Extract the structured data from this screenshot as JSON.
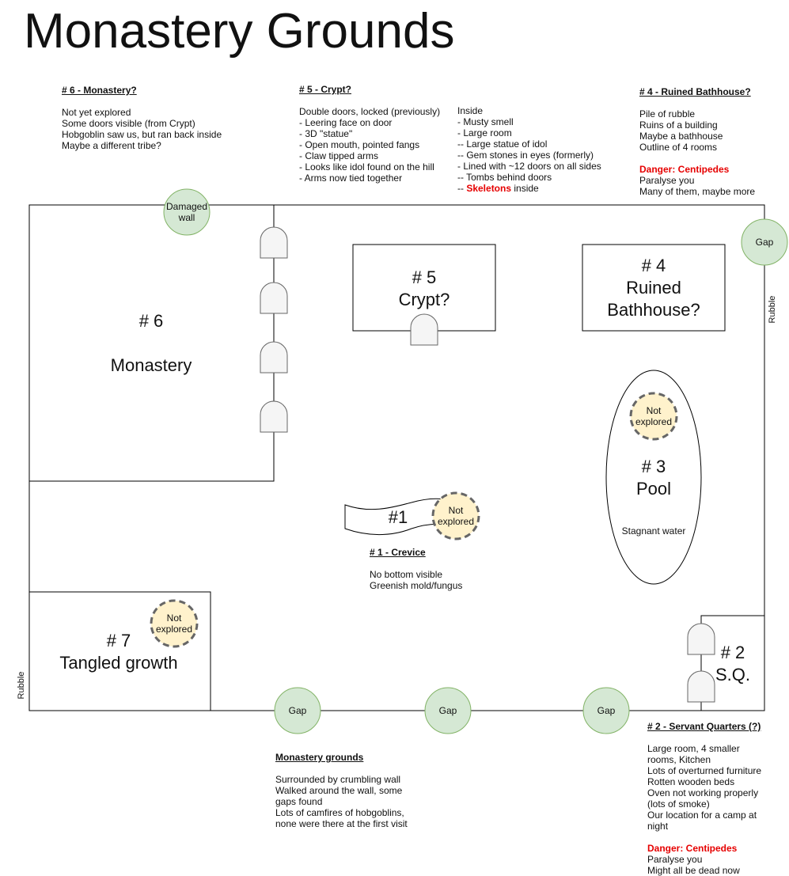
{
  "title": "Monastery Grounds",
  "notes": {
    "monastery": {
      "head": "# 6 - Monastery?",
      "lines": [
        "Not yet explored",
        "Some doors visible (from Crypt)",
        "Hobgoblin saw us, but ran back inside",
        "Maybe a different tribe?"
      ]
    },
    "crypt": {
      "head": "# 5 - Crypt?",
      "lines": [
        "Double doors, locked (previously)",
        "- Leering face on door",
        "- 3D \"statue\"",
        "- Open mouth, pointed fangs",
        "- Claw tipped arms",
        "- Looks like idol found on the hill",
        "- Arms now tied together"
      ]
    },
    "inside": {
      "lines": [
        "Inside",
        "- Musty smell",
        "- Large room",
        "-- Large statue of idol",
        "-- Gem stones in eyes (formerly)",
        "- Lined with ~12 doors on all sides",
        "-- Tombs behind doors"
      ],
      "last_prefix": "-- ",
      "last_red": "Skeletons",
      "last_suffix": " inside"
    },
    "bathhouse": {
      "head": "# 4 - Ruined Bathhouse?",
      "lines": [
        "Pile of rubble",
        "Ruins of a building",
        "Maybe a bathhouse",
        "Outline of 4 rooms"
      ],
      "danger": "Danger: Centipedes",
      "danger_lines": [
        "Paralyse you",
        "Many of them, maybe more"
      ]
    },
    "crevice": {
      "head": "# 1 - Crevice",
      "lines": [
        "No bottom visible",
        "Greenish mold/fungus"
      ]
    },
    "grounds": {
      "head": "Monastery grounds",
      "lines": [
        "Surrounded by crumbling wall",
        "Walked around the wall, some",
        "gaps found",
        "Lots of camfires of hobgoblins,",
        "none were there at the first visit"
      ]
    },
    "servant": {
      "head": "# 2 - Servant Quarters (?)",
      "lines": [
        "Large room, 4 smaller",
        "rooms, Kitchen",
        "Lots of overturned furniture",
        "Rotten wooden beds",
        "Oven not working properly",
        "(lots of smoke)",
        "Our location for a camp at",
        "night"
      ],
      "danger": "Danger: Centipedes",
      "danger_lines": [
        "Paralyse you",
        "Might all be dead now"
      ]
    }
  },
  "map": {
    "room6": {
      "num": "# 6",
      "name": "Monastery"
    },
    "room5": {
      "num": "# 5",
      "name": "Crypt?"
    },
    "room4": {
      "num": "# 4",
      "name": "Ruined",
      "name2": "Bathhouse?"
    },
    "room3": {
      "num": "# 3",
      "name": "Pool",
      "desc": "Stagnant water"
    },
    "room7": {
      "num": "# 7",
      "name": "Tangled growth"
    },
    "room2": {
      "num": "# 2",
      "name": "S.Q."
    },
    "crevice": {
      "num": "#1"
    },
    "damaged_wall": [
      "Damaged",
      "wall"
    ],
    "gap": "Gap",
    "not_explored": [
      "Not",
      "explored"
    ],
    "rubble": "Rubble"
  },
  "colors": {
    "gap_fill": "#d5e8d4",
    "gap_stroke": "#82b366",
    "unexplored_fill": "#fff2cc",
    "unexplored_stroke": "#666666",
    "door_fill": "#f5f5f5",
    "danger": "#e60000"
  }
}
